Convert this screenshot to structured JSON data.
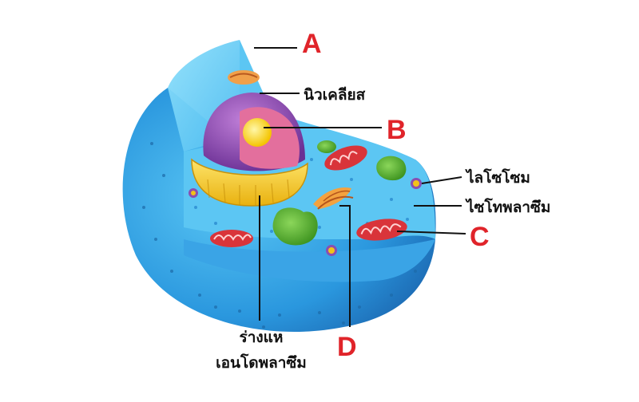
{
  "labels": {
    "a": "A",
    "b": "B",
    "c": "C",
    "d": "D",
    "nucleus": "นิวเคลียส",
    "lysosome": "ไลโซโซม",
    "cytoplasm": "ไซโทพลาซึม",
    "er_line1": "ร่างแห",
    "er_line2": "เอนโดพลาซึม"
  },
  "colors": {
    "letter": "#e0242a",
    "text": "#111111",
    "membrane": "#3aa6e8",
    "interior": "#57c6f2",
    "nucleus_outer": "#8b4fb0",
    "nucleus_inner": "#e36f9d",
    "nucleolus": "#ffd400",
    "er": "#f2c21a",
    "mitochondria": "#d9343a",
    "vacuole": "#4fae2c"
  }
}
